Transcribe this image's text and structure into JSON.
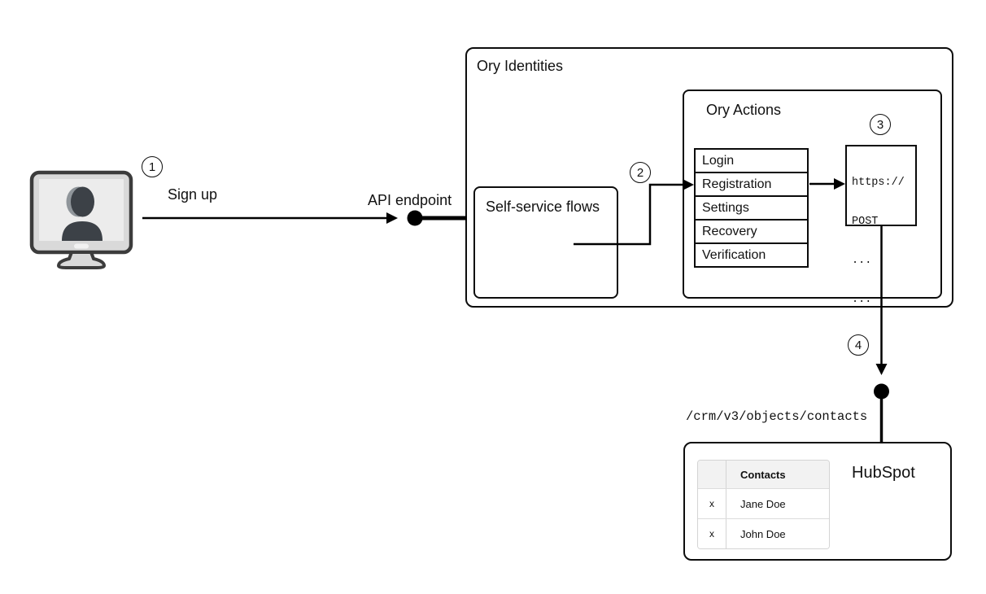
{
  "steps": [
    {
      "number": "1",
      "label": "Sign up"
    },
    {
      "number": "2"
    },
    {
      "number": "3"
    },
    {
      "number": "4"
    }
  ],
  "client": {
    "icon": "user-computer-icon"
  },
  "api_endpoint_label": "API endpoint",
  "ory_identities": {
    "title": "Ory Identities",
    "self_service_flows": {
      "title": "Self-service flows"
    },
    "ory_actions": {
      "title": "Ory Actions",
      "flow_items": [
        "Login",
        "Registration",
        "Settings",
        "Recovery",
        "Verification"
      ],
      "webhook_request": {
        "lines": [
          "https://",
          "POST",
          "...",
          "..."
        ]
      }
    }
  },
  "hubspot": {
    "title": "HubSpot",
    "api_path": "/crm/v3/objects/contacts",
    "contacts_table": {
      "headers": [
        "",
        "Contacts"
      ],
      "rows": [
        {
          "action": "x",
          "name": "Jane Doe"
        },
        {
          "action": "x",
          "name": "John Doe"
        }
      ]
    }
  }
}
